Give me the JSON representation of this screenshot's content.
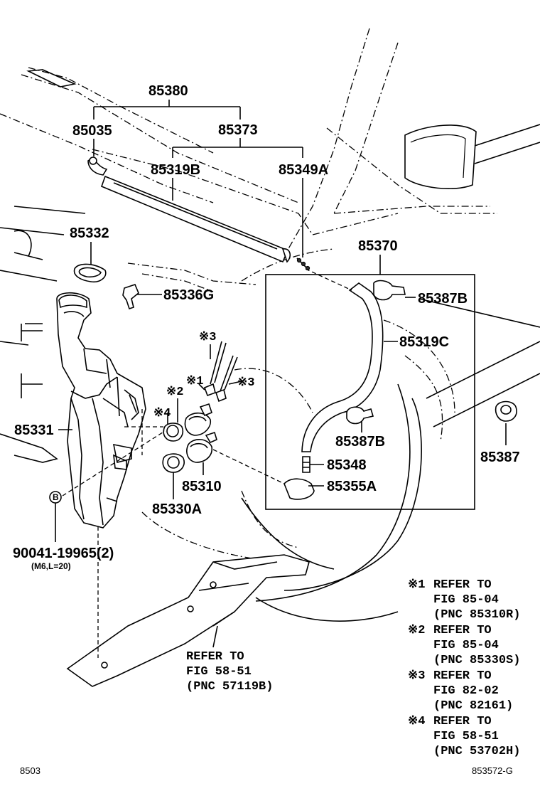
{
  "parts": {
    "p85380": "85380",
    "p85035": "85035",
    "p85373": "85373",
    "p85319B": "85319B",
    "p85349A": "85349A",
    "p85332": "85332",
    "p85370": "85370",
    "p85336G": "85336G",
    "p85387B_top": "85387B",
    "p85319C": "85319C",
    "p85331": "85331",
    "p85387B_mid": "85387B",
    "p85387": "85387",
    "p85348": "85348",
    "p85310": "85310",
    "p85355A": "85355A",
    "p85330A": "85330A",
    "bolt": "90041-19965(2)",
    "bolt_spec": "(M6,L=20)",
    "callout_b": "B"
  },
  "markers": {
    "m1": "※1",
    "m2": "※2",
    "m3a": "※3",
    "m3b": "※3",
    "m4": "※4"
  },
  "refer_bottom": {
    "line1": "REFER TO",
    "line2": "FIG 58-51",
    "line3": "(PNC 57119B)"
  },
  "notes": [
    {
      "mark": "※1",
      "line1": "REFER TO",
      "line2": "FIG 85-04",
      "line3": "(PNC 85310R)"
    },
    {
      "mark": "※2",
      "line1": "REFER TO",
      "line2": "FIG 85-04",
      "line3": "(PNC 85330S)"
    },
    {
      "mark": "※3",
      "line1": "REFER TO",
      "line2": "FIG 82-02",
      "line3": "(PNC 82161)"
    },
    {
      "mark": "※4",
      "line1": "REFER TO",
      "line2": "FIG 58-51",
      "line3": "(PNC 53702H)"
    }
  ],
  "footer": {
    "left": "8503",
    "right": "853572-G"
  }
}
